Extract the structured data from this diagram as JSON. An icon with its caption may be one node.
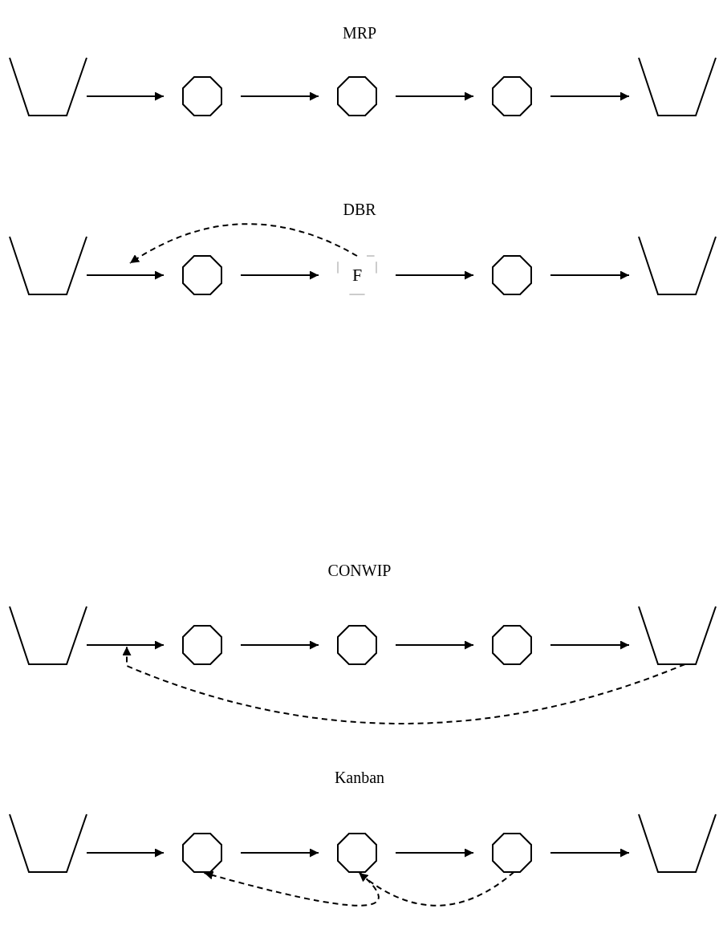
{
  "diagram": {
    "nodes": [
      {
        "text": [],
        "shape": "trapezoid"
      },
      {
        "text": [],
        "shape": "octagon"
      },
      {
        "text": [],
        "shape": "octagon"
      },
      {
        "text": [],
        "shape": "octagon"
      },
      {
        "text": [],
        "shape": "trapezoid"
      },
      {
        "text": [],
        "shape": "trapezoid"
      },
      {
        "text": [],
        "shape": "octagon"
      },
      {
        "text": [
          "F"
        ]
      },
      {
        "text": [],
        "shape": "octagon"
      },
      {
        "text": [],
        "shape": "trapezoid"
      },
      {
        "text": [],
        "shape": "trapezoid"
      },
      {
        "text": [],
        "shape": "octagon"
      },
      {
        "text": [],
        "shape": "octagon"
      },
      {
        "text": [],
        "shape": "octagon"
      },
      {
        "text": [],
        "shape": "trapezoid"
      },
      {
        "text": [],
        "shape": "trapezoid"
      },
      {
        "text": [],
        "shape": "octagon"
      },
      {
        "text": [],
        "shape": "octagon"
      },
      {
        "text": [],
        "shape": "octagon"
      },
      {
        "text": [],
        "shape": "trapezoid"
      }
    ],
    "edges": [
      {
        "from": 0,
        "to": 1,
        "arrow": "to"
      },
      {
        "from": 1,
        "to": 2,
        "arrow": "to"
      },
      {
        "from": 2,
        "to": 3,
        "arrow": "to"
      },
      {
        "from": 3,
        "to": 4,
        "arrow": "to"
      },
      {
        "from": 5,
        "to": 6,
        "arrow": "to"
      },
      {
        "from": 6,
        "to": 7,
        "arrow": "to"
      },
      {
        "from": 7,
        "to": 8,
        "arrow": "to"
      },
      {
        "from": 8,
        "to": 9,
        "arrow": "to"
      },
      {
        "from": 7,
        "to": null,
        "arrow": "to",
        "style": "dashed"
      },
      {
        "from": 10,
        "to": 11,
        "arrow": "to"
      },
      {
        "from": 11,
        "to": 12,
        "arrow": "to"
      },
      {
        "from": 12,
        "to": 13,
        "arrow": "to"
      },
      {
        "from": 13,
        "to": 14,
        "arrow": "to"
      },
      {
        "from": 14,
        "to": null,
        "arrow": "to",
        "style": "dashed"
      },
      {
        "from": 15,
        "to": 16,
        "arrow": "to"
      },
      {
        "from": 16,
        "to": 17,
        "arrow": "to"
      },
      {
        "from": 17,
        "to": 18,
        "arrow": "to"
      },
      {
        "from": 18,
        "to": 19,
        "arrow": "to"
      },
      {
        "from": 17,
        "to": 16,
        "arrow": "to",
        "style": "dashed"
      },
      {
        "from": 18,
        "to": 17,
        "arrow": "to",
        "style": "dashed"
      }
    ],
    "labels": [
      "MRP",
      "DBR",
      "CONWIP",
      "Kanban"
    ]
  }
}
